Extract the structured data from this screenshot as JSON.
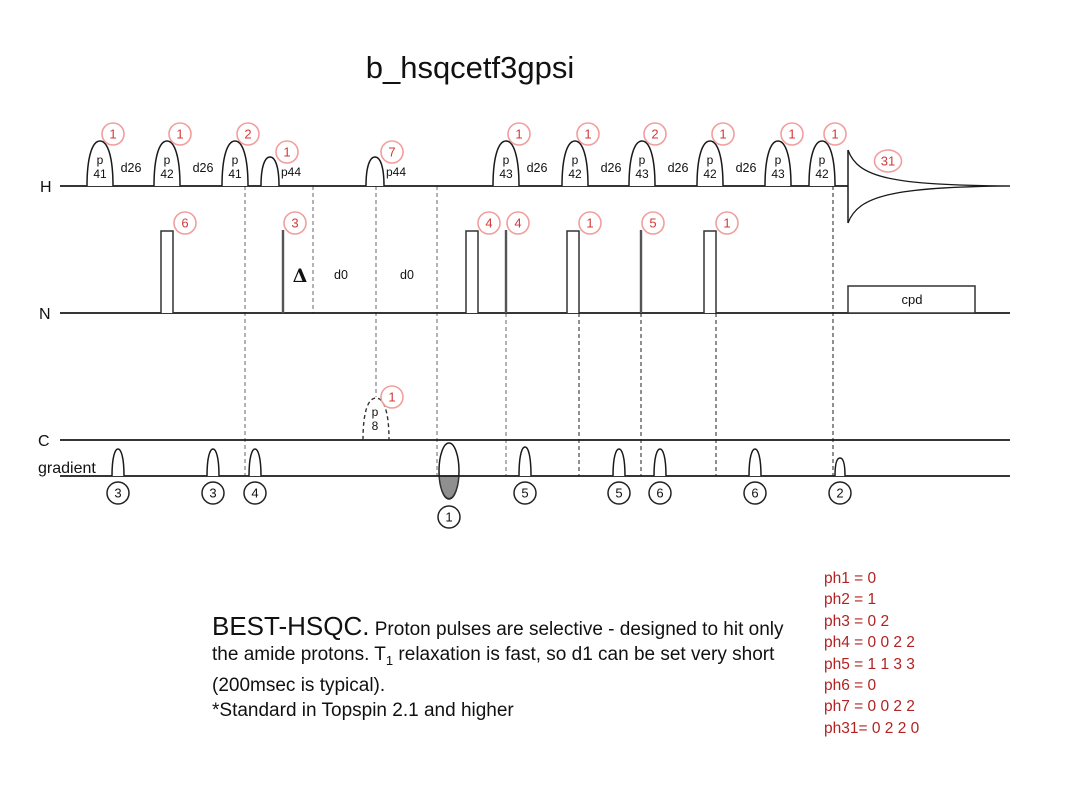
{
  "title": "b_hsqcetf3gpsi",
  "colors": {
    "phase_circle": "#f19e9e",
    "phase_number": "#cf3a3a",
    "phase_table_text": "#b22222",
    "diagram_black": "#1a1a1a",
    "gradient_neg_fill": "#8f8f8f"
  },
  "h": {
    "label": "H",
    "pulses": [
      {
        "l1": "p",
        "l2": "41",
        "ph": "1"
      },
      {
        "l1": "p",
        "l2": "42",
        "ph": "1"
      },
      {
        "l1": "p",
        "l2": "41",
        "ph": "2"
      },
      {
        "l1": "p44",
        "ph": "1"
      },
      {
        "l1": "p44",
        "ph": "7"
      },
      {
        "l1": "p",
        "l2": "43",
        "ph": "1"
      },
      {
        "l1": "p",
        "l2": "42",
        "ph": "1"
      },
      {
        "l1": "p",
        "l2": "43",
        "ph": "2"
      },
      {
        "l1": "p",
        "l2": "42",
        "ph": "1"
      },
      {
        "l1": "p",
        "l2": "43",
        "ph": "1"
      },
      {
        "l1": "p",
        "l2": "42",
        "ph": "1"
      }
    ],
    "delays": [
      "d26",
      "d26",
      "d26",
      "d26",
      "d26",
      "d26"
    ],
    "acq_phase": "31"
  },
  "n": {
    "label": "N",
    "phases": [
      "6",
      "3",
      "4",
      "4",
      "1",
      "5",
      "1"
    ],
    "delta": "Δ",
    "d0": [
      "d0",
      "d0"
    ],
    "cpd": "cpd"
  },
  "c": {
    "label": "C",
    "pulse": {
      "l1": "p",
      "l2": "8",
      "ph": "1"
    }
  },
  "grad": {
    "label": "gradient",
    "numbers": [
      "3",
      "3",
      "4",
      "1",
      "5",
      "5",
      "6",
      "6",
      "2"
    ]
  },
  "notes": {
    "heading": "BEST-HSQC.",
    "body1": " Proton pulses are selective - designed to hit only the amide protons. T",
    "sub": "1",
    "body2": " relaxation is fast, so d1 can be set very short (200msec is typical).",
    "footnote": "*Standard in Topspin 2.1 and higher"
  },
  "phase_table": {
    "lines": [
      "ph1 = 0",
      "ph2 = 1",
      "ph3 = 0 2",
      "ph4 = 0 0 2 2",
      "ph5 = 1 1 3 3",
      "ph6 = 0",
      "ph7 = 0 0 2 2",
      "ph31= 0 2 2 0"
    ]
  }
}
